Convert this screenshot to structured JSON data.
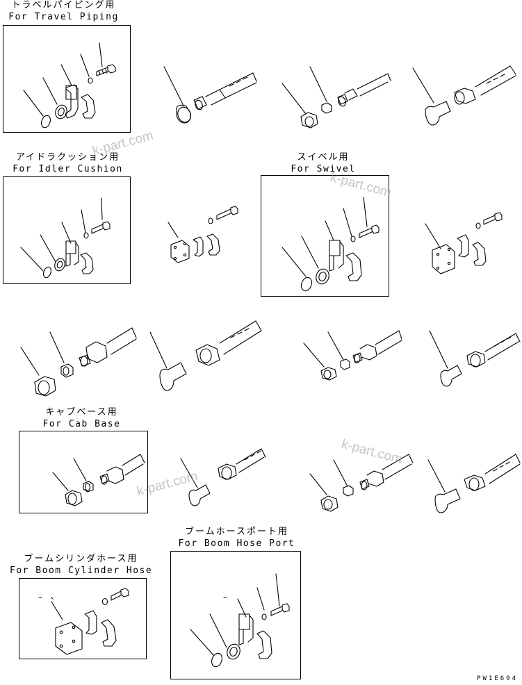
{
  "sections": {
    "travel": {
      "jp": "トラベルパイピング用",
      "en": "For Travel Piping"
    },
    "idler": {
      "jp": "アイドラクッション用",
      "en": "For Idler Cushion"
    },
    "swivel": {
      "jp": "スイベル用",
      "en": "For Swivel"
    },
    "cab": {
      "jp": "キャブベース用",
      "en": "For Cab Base"
    },
    "boom_cyl": {
      "jp": "ブームシリンダホース用",
      "en": "For Boom Cylinder Hose"
    },
    "boom_port": {
      "jp": "ブームホースポート用",
      "en": "For Boom Hose Port"
    }
  },
  "watermarks": [
    "k-part.com",
    "k-part.com",
    "k-part.com",
    "k-part.com"
  ],
  "drawing_code": "PW1E694"
}
